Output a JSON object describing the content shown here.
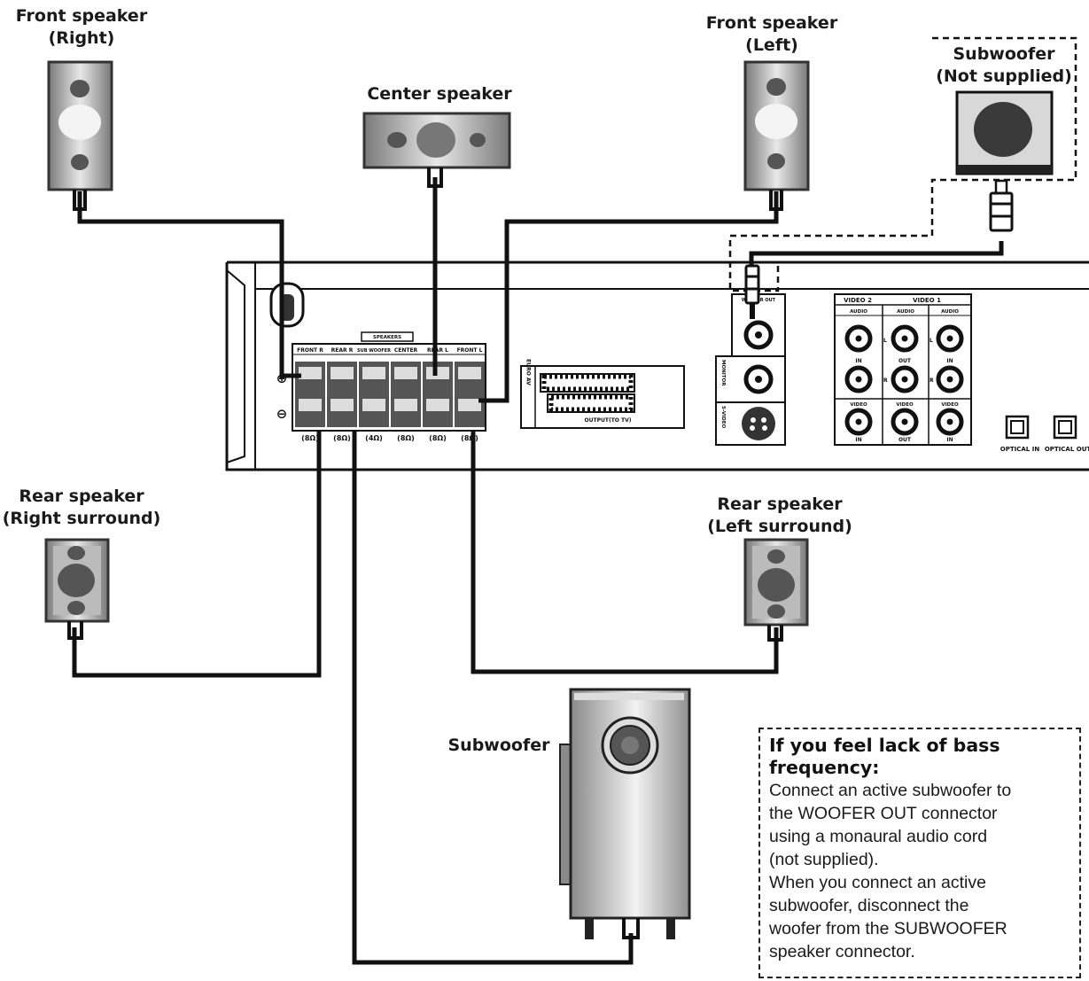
{
  "labels": {
    "front_right": "Front speaker\n(Right)",
    "front_left": "Front speaker\n(Left)",
    "center": "Center speaker",
    "subwoofer_ns": "Subwoofer\n(Not supplied)",
    "rear_right": "Rear speaker\n(Right surround)",
    "rear_left": "Rear speaker\n(Left surround)",
    "subwoofer": "Subwoofer"
  },
  "note": {
    "heading": "If you feel lack of bass\nfrequency:",
    "body": "Connect an active subwoofer to\nthe WOOFER OUT connector\nusing a monaural audio cord\n(not supplied).\nWhen you connect an active\nsubwoofer, disconnect the\nwoofer from the SUBWOOFER\nspeaker connector."
  },
  "panel": {
    "speakers_title": "SPEAKERS",
    "terminals": [
      "FRONT R",
      "REAR R",
      "SUB WOOFER",
      "CENTER",
      "REAR L",
      "FRONT L"
    ],
    "impedances": [
      "(8Ω)",
      "(8Ω)",
      "(4Ω)",
      "(8Ω)",
      "(8Ω)",
      "(8Ω)"
    ],
    "plus": "⊕",
    "minus": "⊖",
    "euro_av": "EURO AV",
    "output_tv": "OUTPUT(TO TV)",
    "woofer_out": "WOOFER OUT",
    "monitor": "MONITOR",
    "s_video": "S-VIDEO",
    "video2": "VIDEO 2",
    "video1": "VIDEO 1",
    "audio": "AUDIO",
    "video": "VIDEO",
    "in": "IN",
    "out": "OUT",
    "l": "L",
    "r": "R",
    "optical_in": "OPTICAL IN",
    "optical_out": "OPTICAL OUT"
  }
}
